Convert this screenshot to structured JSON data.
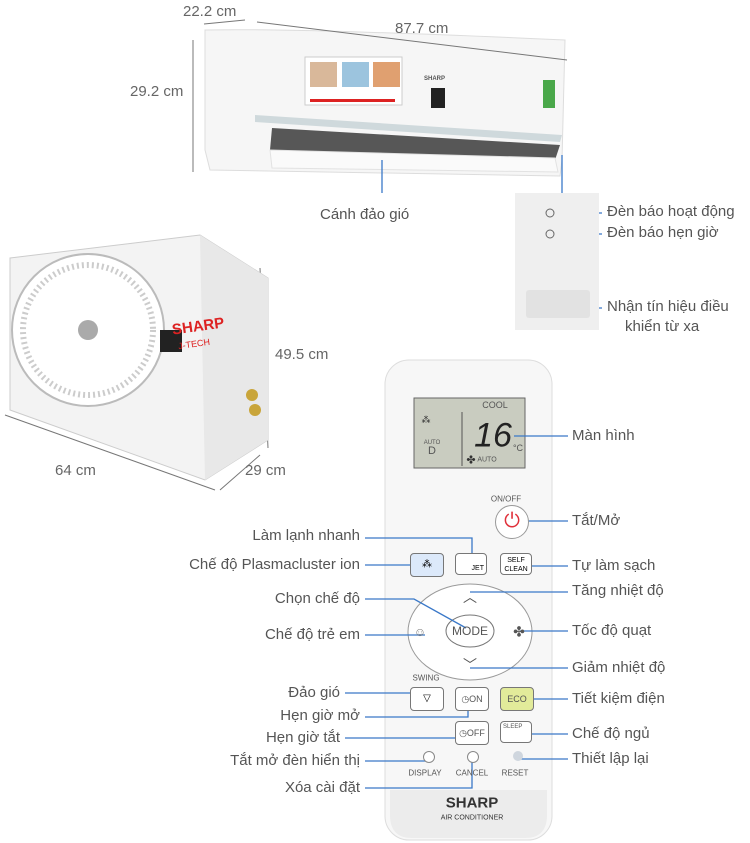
{
  "colors": {
    "line": "#3a78c8",
    "eco": "#e2eb9a",
    "power": "#e0303a"
  },
  "indoor": {
    "depth": "22.2 cm",
    "width": "87.7 cm",
    "height": "29.2 cm",
    "brand": "SHARP",
    "louver_label": "Cánh đảo gió"
  },
  "panel": {
    "power_led": "Đèn báo hoạt động",
    "timer_led": "Đèn báo hẹn giờ",
    "receiver_1": "Nhận tín hiệu điều",
    "receiver_2": "khiển từ xa"
  },
  "outdoor": {
    "brand": "SHARP",
    "series": "J-TECH",
    "height": "49.5 cm",
    "width": "64 cm",
    "depth": "29 cm"
  },
  "remote": {
    "screen": {
      "mode": "COOL",
      "temp": "16",
      "unit": "°C",
      "swing": "AUTO",
      "fan": "AUTO"
    },
    "on_off": "ON/OFF",
    "jet": "JET",
    "self_clean_1": "SELF",
    "self_clean_2": "CLEAN",
    "mode": "MODE",
    "swing": "SWING",
    "on": "ON",
    "off": "OFF",
    "eco": "ECO",
    "sleep": "SLEEP",
    "display": "DISPLAY",
    "cancel": "CANCEL",
    "reset": "RESET",
    "brand": "SHARP",
    "subtitle": "AIR CONDITIONER"
  },
  "labels_right": {
    "screen": "Màn hình",
    "power": "Tắt/Mở",
    "self_clean": "Tự làm sạch",
    "temp_up": "Tăng nhiệt độ",
    "fan_speed": "Tốc độ quạt",
    "temp_down": "Giảm nhiệt độ",
    "eco": "Tiết kiệm điện",
    "sleep": "Chế độ ngủ",
    "reset": "Thiết lập lại"
  },
  "labels_left": {
    "jet": "Làm lạnh nhanh",
    "plasmacluster": "Chế độ Plasmacluster ion",
    "mode": "Chọn chế độ",
    "child": "Chế độ trẻ em",
    "swing": "Đảo gió",
    "timer_on": "Hẹn giờ mở",
    "timer_off": "Hẹn giờ tắt",
    "display": "Tắt mở đèn hiển thị",
    "cancel": "Xóa cài đặt"
  }
}
